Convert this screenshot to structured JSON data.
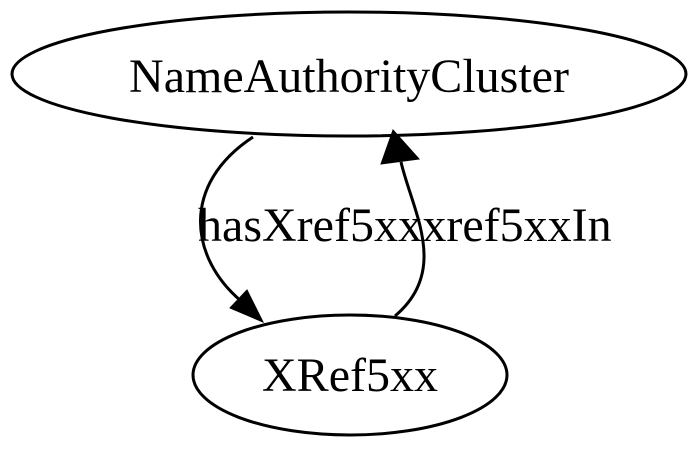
{
  "diagram": {
    "type": "digraph",
    "background_color": "#ffffff",
    "stroke_color": "#000000",
    "text_color": "#000000",
    "nodes": [
      {
        "id": "NameAuthorityCluster",
        "label": "NameAuthorityCluster",
        "shape": "ellipse"
      },
      {
        "id": "XRef5xx",
        "label": "XRef5xx",
        "shape": "ellipse"
      }
    ],
    "edges": [
      {
        "label": "hasXref5xx",
        "from": "NameAuthorityCluster",
        "to": "XRef5xx",
        "direction": "down"
      },
      {
        "label": "xref5xxIn",
        "from": "XRef5xx",
        "to": "NameAuthorityCluster",
        "direction": "up"
      }
    ]
  }
}
